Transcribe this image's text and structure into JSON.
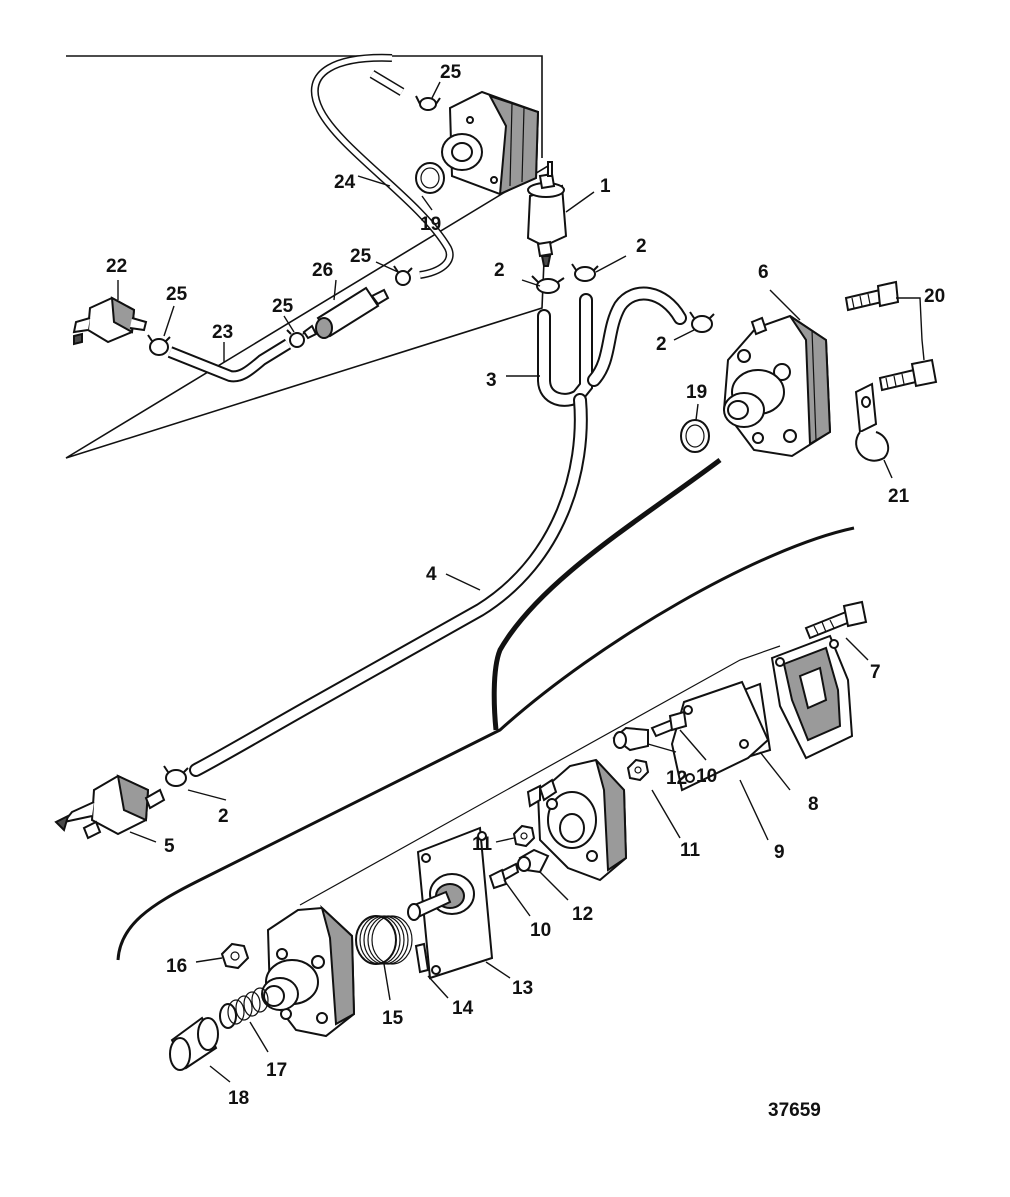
{
  "diagram_id": "37659",
  "callouts": [
    {
      "id": "c1",
      "text": "1"
    },
    {
      "id": "c2a",
      "text": "2"
    },
    {
      "id": "c2b",
      "text": "2"
    },
    {
      "id": "c2c",
      "text": "2"
    },
    {
      "id": "c2d",
      "text": "2"
    },
    {
      "id": "c3",
      "text": "3"
    },
    {
      "id": "c4",
      "text": "4"
    },
    {
      "id": "c5",
      "text": "5"
    },
    {
      "id": "c6",
      "text": "6"
    },
    {
      "id": "c7",
      "text": "7"
    },
    {
      "id": "c8",
      "text": "8"
    },
    {
      "id": "c9",
      "text": "9"
    },
    {
      "id": "c10a",
      "text": "10"
    },
    {
      "id": "c10b",
      "text": "10"
    },
    {
      "id": "c11a",
      "text": "11"
    },
    {
      "id": "c11b",
      "text": "11"
    },
    {
      "id": "c12a",
      "text": "12"
    },
    {
      "id": "c12b",
      "text": "12"
    },
    {
      "id": "c13",
      "text": "13"
    },
    {
      "id": "c14",
      "text": "14"
    },
    {
      "id": "c15",
      "text": "15"
    },
    {
      "id": "c16",
      "text": "16"
    },
    {
      "id": "c17",
      "text": "17"
    },
    {
      "id": "c18",
      "text": "18"
    },
    {
      "id": "c19a",
      "text": "19"
    },
    {
      "id": "c19b",
      "text": "19"
    },
    {
      "id": "c20",
      "text": "20"
    },
    {
      "id": "c21",
      "text": "21"
    },
    {
      "id": "c22",
      "text": "22"
    },
    {
      "id": "c23",
      "text": "23"
    },
    {
      "id": "c24",
      "text": "24"
    },
    {
      "id": "c25a",
      "text": "25"
    },
    {
      "id": "c25b",
      "text": "25"
    },
    {
      "id": "c25c",
      "text": "25"
    },
    {
      "id": "c25d",
      "text": "25"
    },
    {
      "id": "c26",
      "text": "26"
    }
  ]
}
